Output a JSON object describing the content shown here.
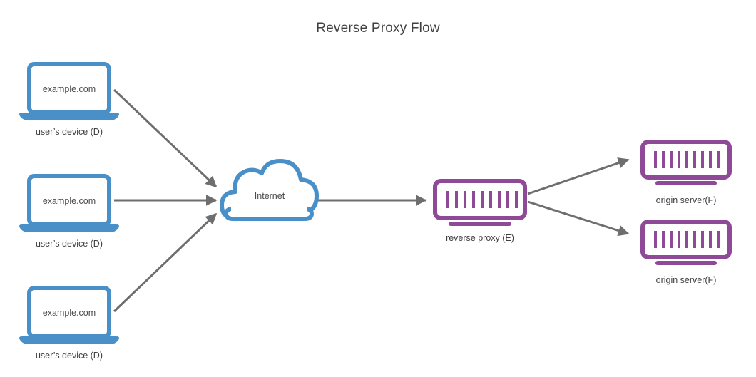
{
  "diagram": {
    "title": "Reverse Proxy Flow",
    "colors": {
      "device_blue": "#4a90c8",
      "server_purple": "#8e4a96",
      "arrow_gray": "#6e6e6e",
      "text_dark": "#404040",
      "background": "#ffffff"
    },
    "devices": [
      {
        "id": "device-1",
        "screen_text": "example.com",
        "label": "user’s device (D)"
      },
      {
        "id": "device-2",
        "screen_text": "example.com",
        "label": "user’s device (D)"
      },
      {
        "id": "device-3",
        "screen_text": "example.com",
        "label": "user’s device (D)"
      }
    ],
    "cloud": {
      "id": "internet-cloud",
      "label": "Internet"
    },
    "proxy": {
      "id": "reverse-proxy",
      "label": "reverse proxy (E)",
      "bar_count": 9
    },
    "origins": [
      {
        "id": "origin-server-1",
        "label": "origin server(F)",
        "bar_count": 9
      },
      {
        "id": "origin-server-2",
        "label": "origin server(F)",
        "bar_count": 9
      }
    ],
    "arrows": [
      {
        "id": "arrow-device1-to-internet",
        "from": "device-1",
        "to": "internet-cloud"
      },
      {
        "id": "arrow-device2-to-internet",
        "from": "device-2",
        "to": "internet-cloud"
      },
      {
        "id": "arrow-device3-to-internet",
        "from": "device-3",
        "to": "internet-cloud"
      },
      {
        "id": "arrow-internet-to-proxy",
        "from": "internet-cloud",
        "to": "reverse-proxy"
      },
      {
        "id": "arrow-proxy-to-origin1",
        "from": "reverse-proxy",
        "to": "origin-server-1"
      },
      {
        "id": "arrow-proxy-to-origin2",
        "from": "reverse-proxy",
        "to": "origin-server-2"
      }
    ]
  }
}
